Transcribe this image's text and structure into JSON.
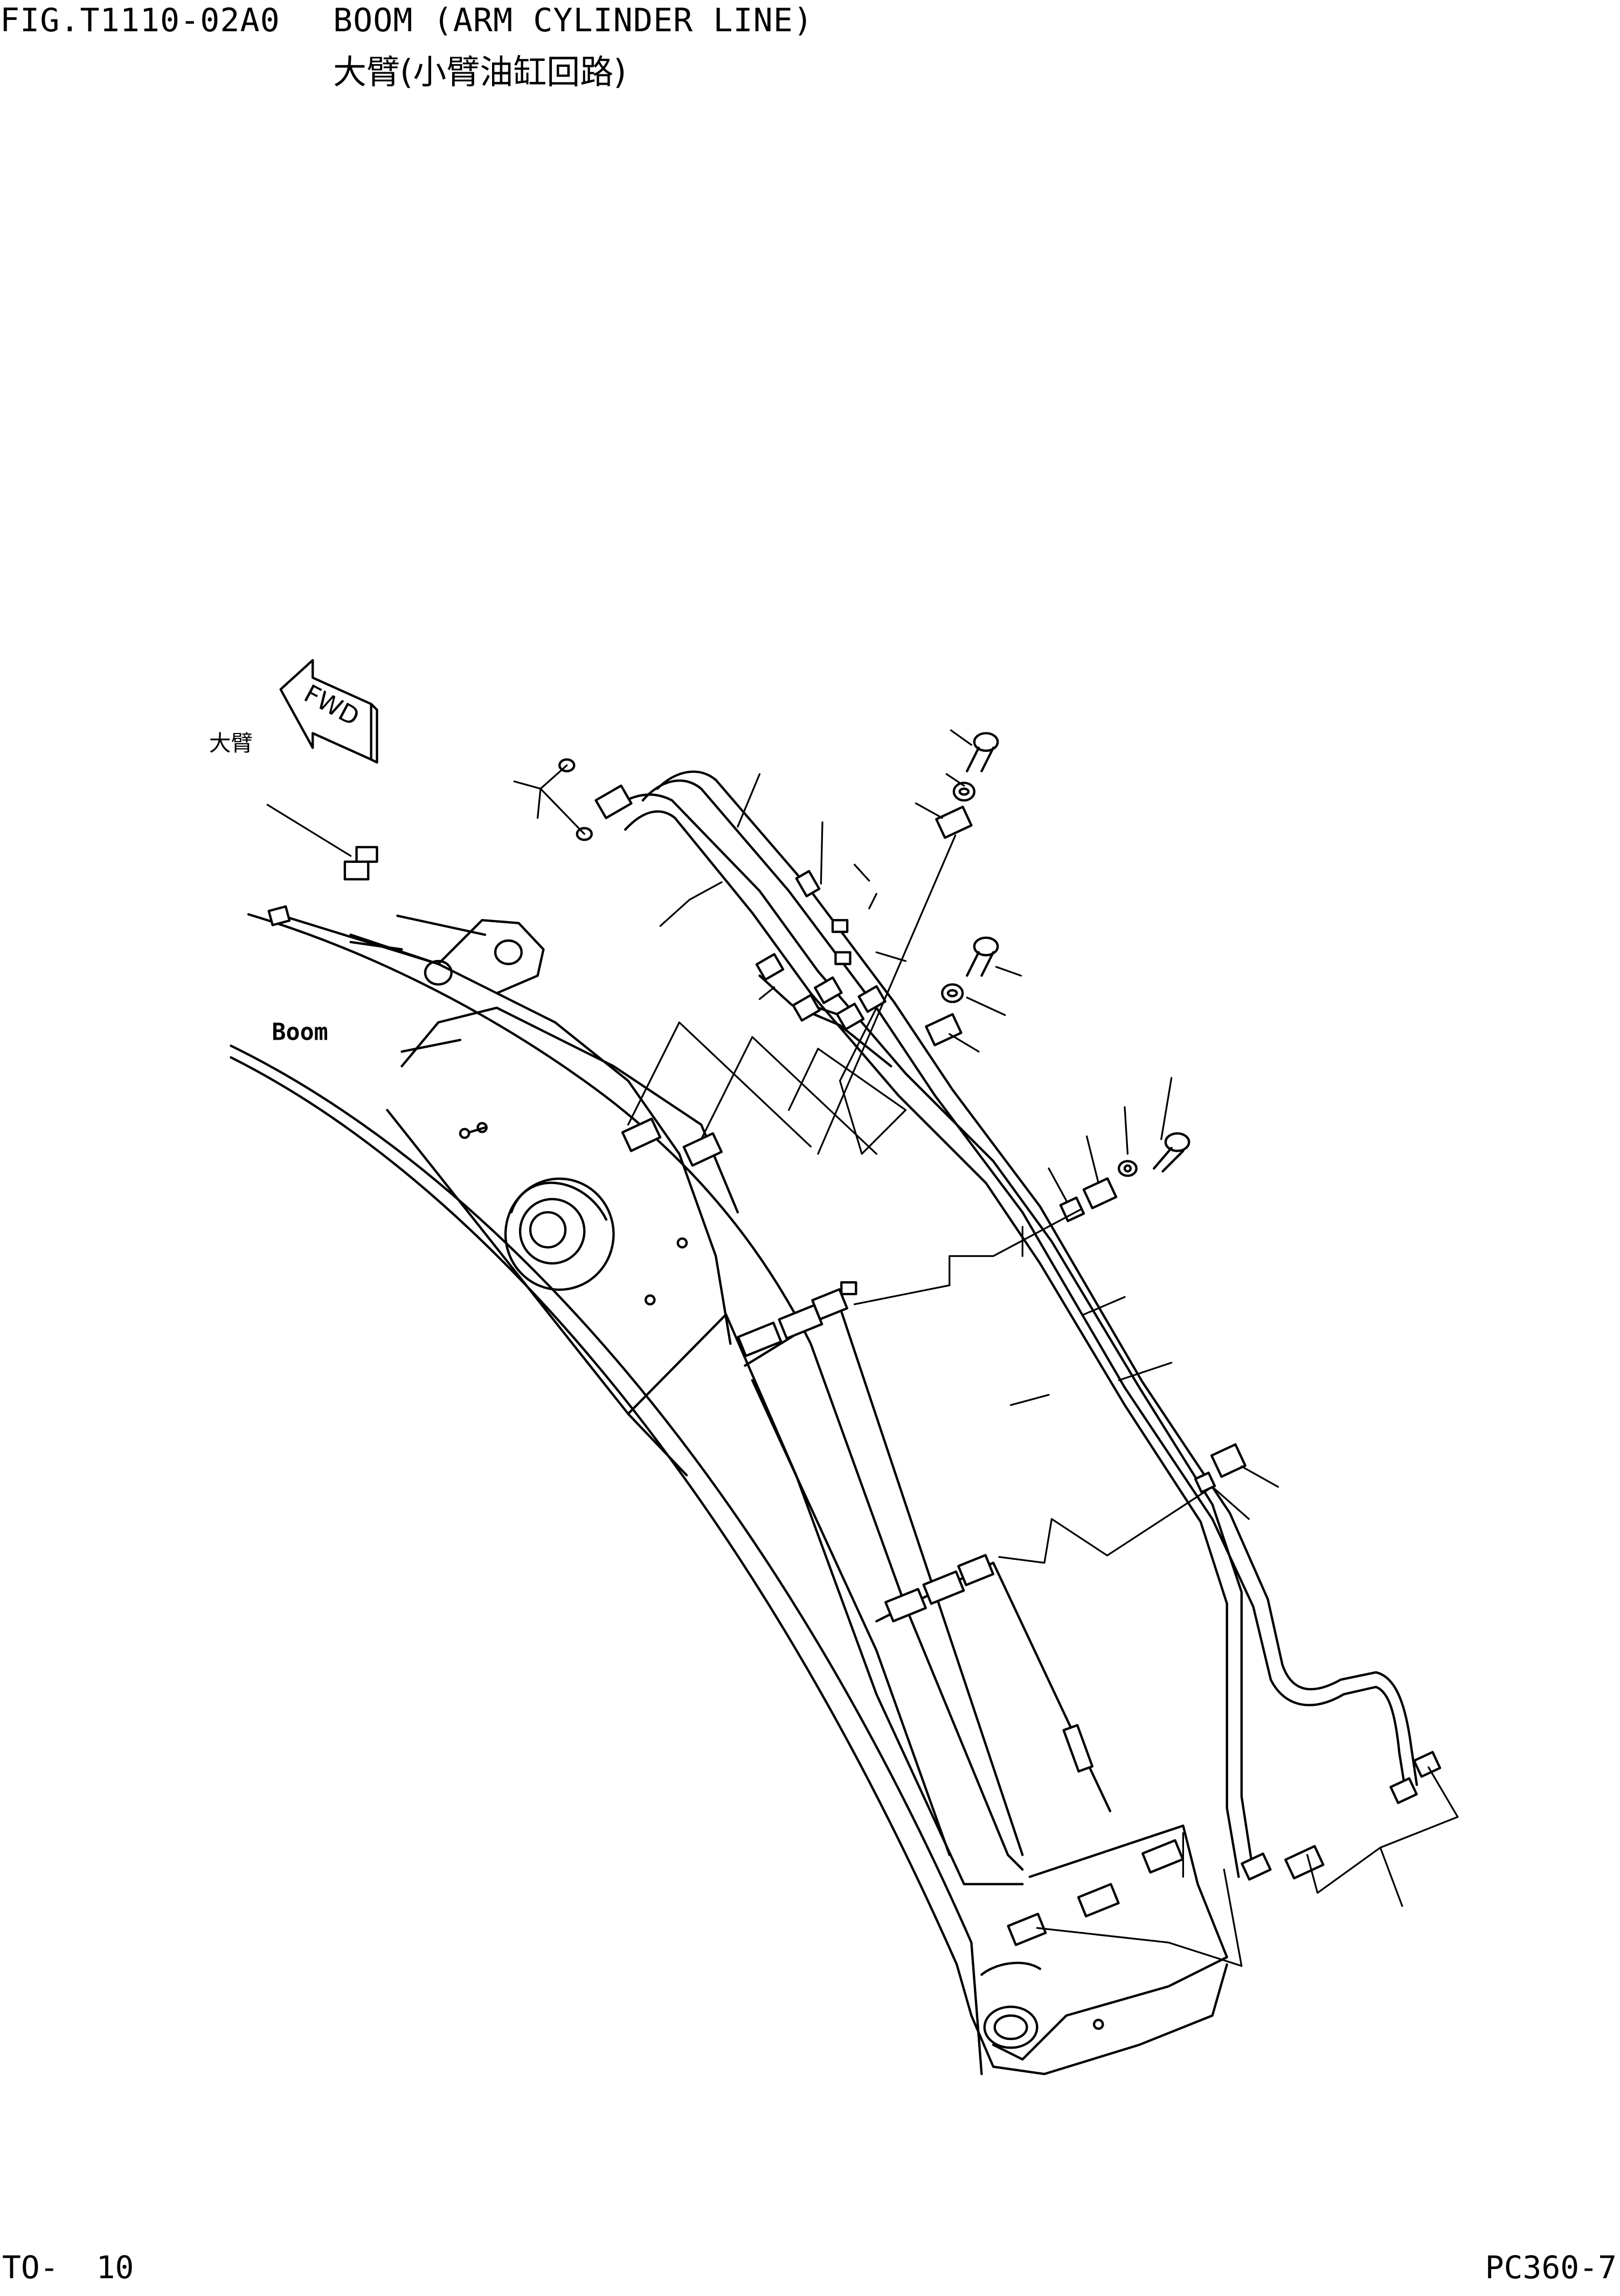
{
  "header": {
    "figure_code": "FIG.T1110-02A0",
    "title_en": "BOOM (ARM CYLINDER LINE)",
    "title_cn": "大臂(小臂油缸回路)"
  },
  "drawing": {
    "boom_label_cn": "大臂",
    "direction_label": "FWD",
    "boom_label_en": "Boom"
  },
  "footer": {
    "page_number": "TO-  10",
    "model": "PC360-7"
  }
}
